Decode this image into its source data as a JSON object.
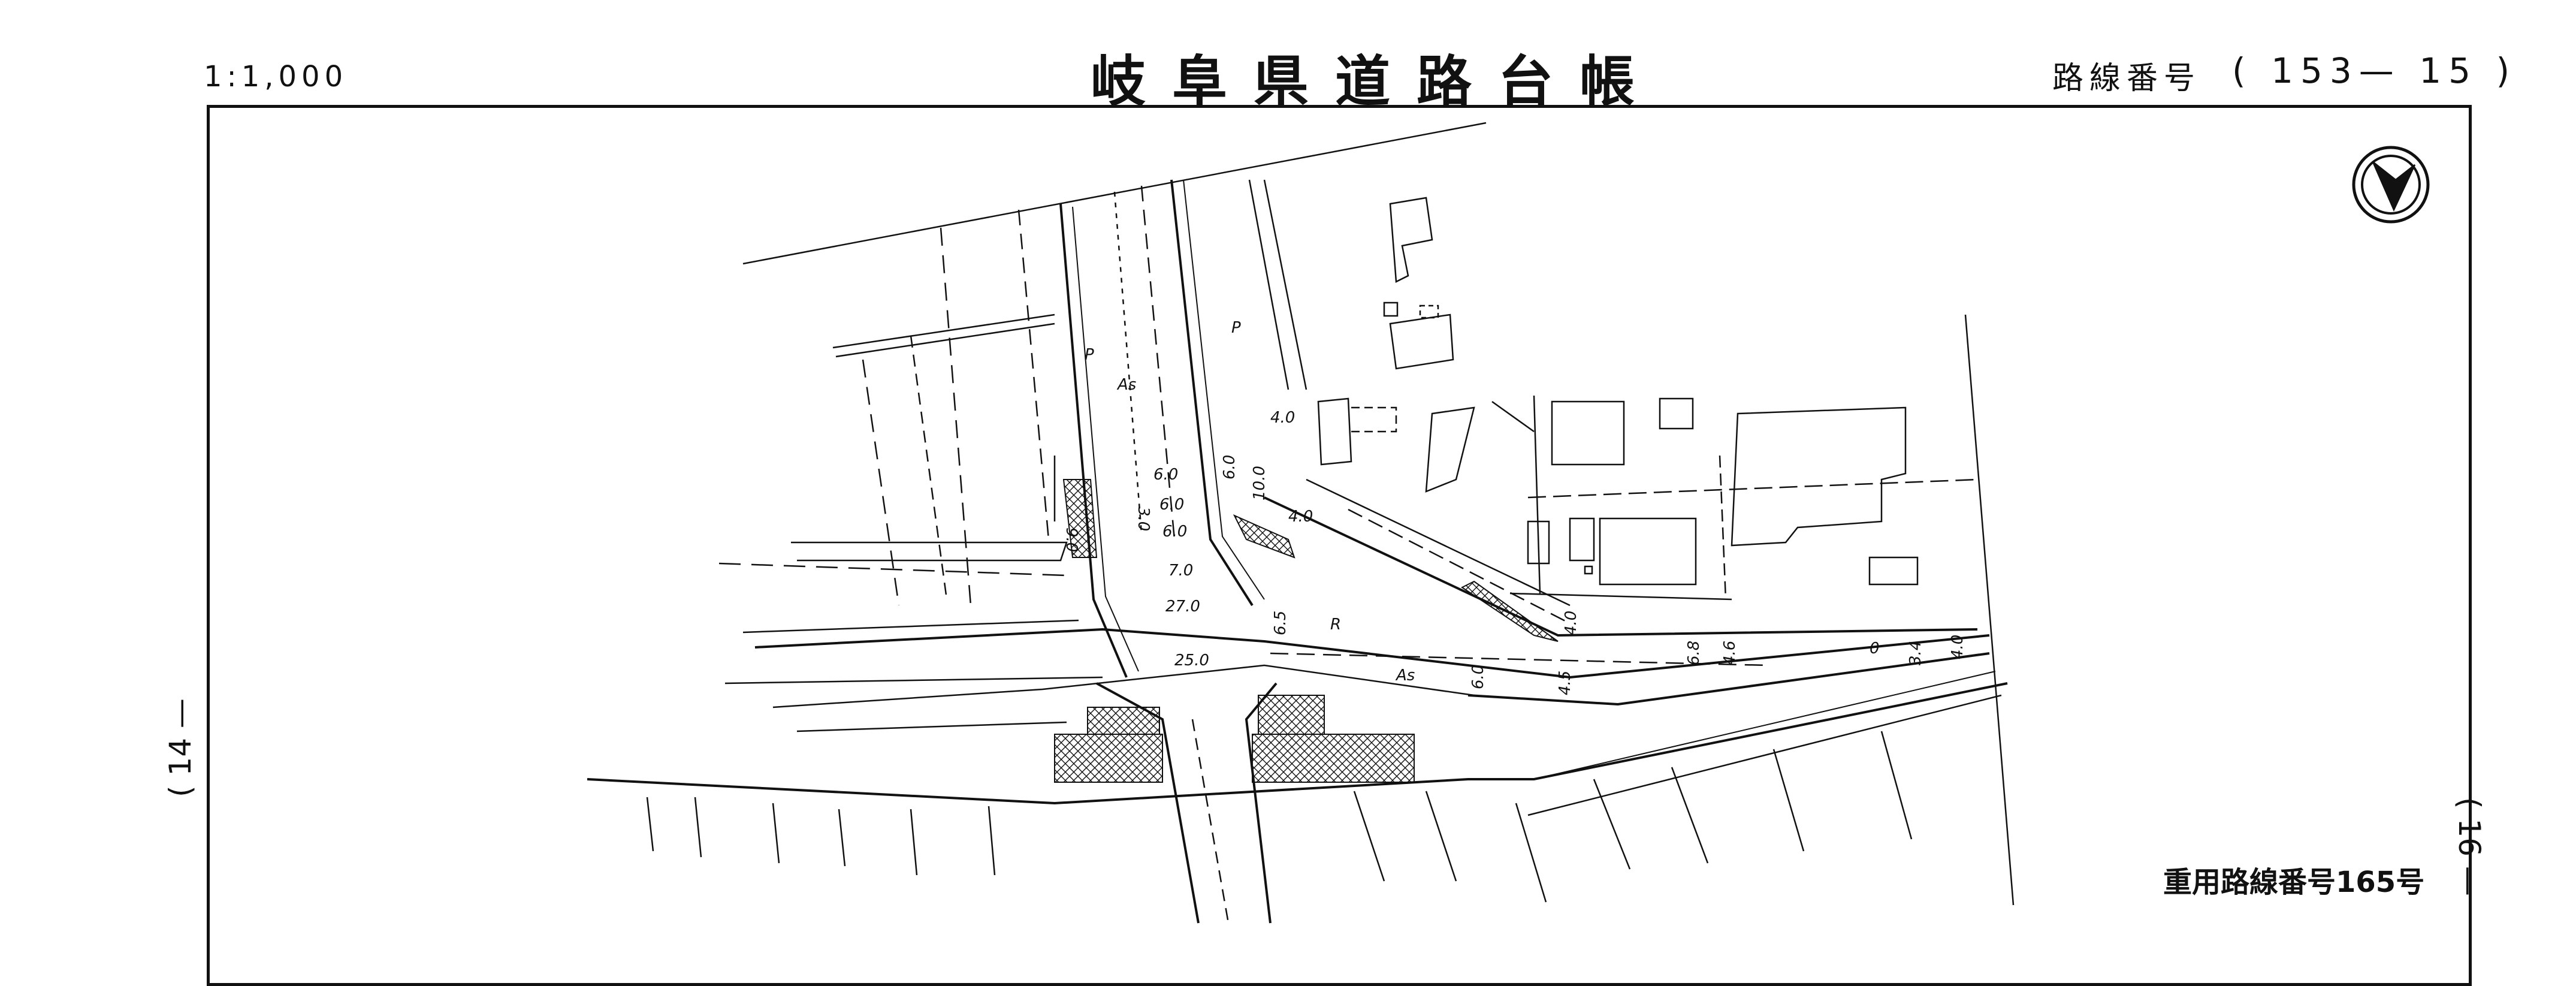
{
  "header": {
    "scale": "1:1,000",
    "title": "岐阜県道路台帳",
    "route_label": "路線番号",
    "route_value": "( 153— 15 )"
  },
  "side_labels": {
    "left": "( 14 —",
    "right": "( 16 —"
  },
  "overlap_note": "重用路線番号165号",
  "map_labels": {
    "p_left": "P",
    "p_right": "P",
    "as_upper": "As",
    "as_lower": "As",
    "r": "R",
    "d_40_a": "4.0",
    "d_60_a": "6.0",
    "d_60_b": "6.0",
    "d_60_c": "6.0",
    "d_70": "7.0",
    "d_270": "27.0",
    "d_250": "25.0",
    "d_90": "9.0",
    "d_30": "3.0",
    "d_60_v": "6.0",
    "d_100": "10.0",
    "d_40_b": "4.0",
    "d_65": "6.5",
    "d_60_s": "6.0",
    "d_45": "4.5",
    "d_40_c": "4.0",
    "d_68": "6.8",
    "d_46": "4.6",
    "d_0": "0",
    "d_34": "3.4",
    "d_40_d": "4.0"
  },
  "icons": {
    "compass": "north-arrow-icon"
  }
}
